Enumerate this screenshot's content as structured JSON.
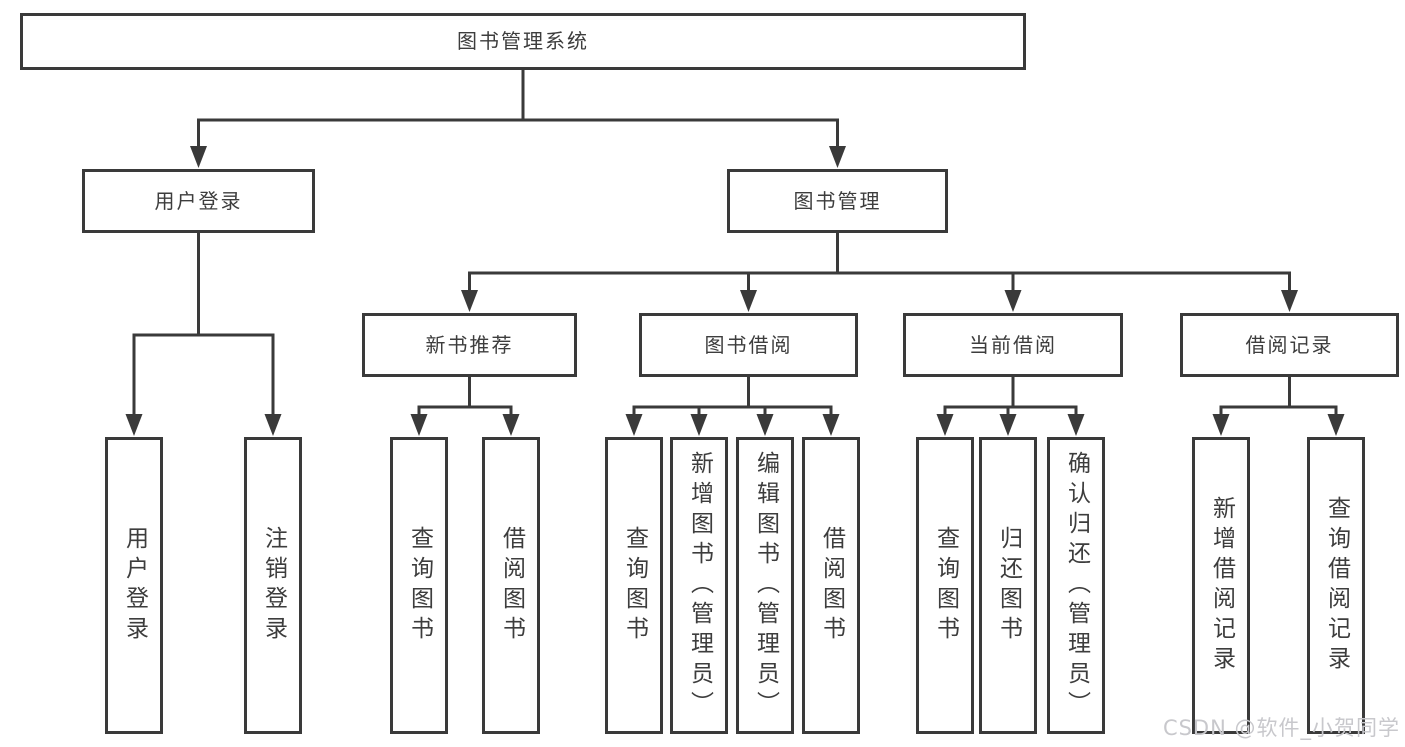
{
  "diagram": {
    "root": "图书管理系统",
    "user_login": {
      "label": "用户登录",
      "children": [
        "用户登录",
        "注销登录"
      ]
    },
    "book_mgmt": {
      "label": "图书管理",
      "new_book_rec": {
        "label": "新书推荐",
        "children": [
          "查询图书",
          "借阅图书"
        ]
      },
      "book_borrow": {
        "label": "图书借阅",
        "children": [
          "查询图书",
          "新增图书（管理员）",
          "编辑图书（管理员）",
          "借阅图书"
        ]
      },
      "current_borrow": {
        "label": "当前借阅",
        "children": [
          "查询图书",
          "归还图书",
          "确认归还（管理员）"
        ]
      },
      "borrow_record": {
        "label": "借阅记录",
        "children": [
          "新增借阅记录",
          "查询借阅记录"
        ]
      }
    }
  },
  "watermark": {
    "label": "CSDN @软件_小贺同学"
  },
  "colors": {
    "line": "#3a3a3a",
    "text": "#3d3d3d",
    "background": "#ffffff",
    "watermark": "#c8c8cc"
  }
}
